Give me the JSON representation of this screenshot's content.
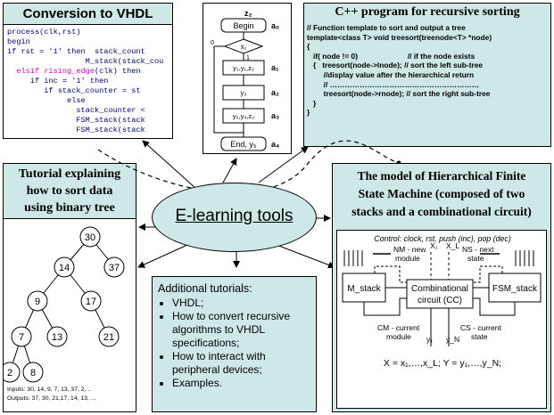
{
  "vhdl_panel": {
    "title": "Conversion to VHDL",
    "code_lines": [
      {
        "indent": "",
        "kw": "",
        "text": "process(clk,rst)"
      },
      {
        "indent": "",
        "kw": "",
        "text": "begin"
      },
      {
        "indent": "",
        "kw": "",
        "text": "if rst = '1' then  stack_count"
      },
      {
        "indent": "                 ",
        "kw": "",
        "text": "M_stack(stack_cou"
      },
      {
        "indent": "  ",
        "kw": "elsif rising_edge",
        "text": "(clk) then"
      },
      {
        "indent": "     ",
        "kw": "",
        "text": "if inc = '1' then"
      },
      {
        "indent": "        ",
        "kw": "",
        "text": "if stack_counter = st"
      },
      {
        "indent": "             ",
        "kw": "",
        "text": "else"
      },
      {
        "indent": "               ",
        "kw": "",
        "text": "stack_counter <"
      },
      {
        "indent": "               ",
        "kw": "",
        "text": "FSM_stack(stack"
      },
      {
        "indent": "               ",
        "kw": "",
        "text": "FSM_stack(stack"
      }
    ]
  },
  "flowchart": {
    "header": "z₂",
    "begin": "Begin",
    "x1": "x₁",
    "box1": "y₂,y₁,z₂",
    "box2": "y₃",
    "box3": "y₅,y₄,z₂",
    "end": "End, y₅",
    "states": [
      "a₀",
      "a₁",
      "a₂",
      "a₃",
      "a₄"
    ],
    "branch_zero": "0",
    "branch_one": "1"
  },
  "cpp_panel": {
    "title": "C++ program for recursive sorting",
    "lines": [
      "// Function template to sort and output a tree",
      "template<class T> void treesort(treenode<T> *node)",
      "{",
      "   if( node != 0)                        // if the node exists",
      "   {   treesort(node->lnode); // sort the left sub-tree",
      "        //display value after the hierarchical return",
      "        // ……………………………………………………",
      "        treesort(node->rnode); // sort the right sub-tree",
      "   }",
      "}"
    ]
  },
  "tutorial_panel": {
    "title": "Tutorial explaining how to sort data using binary tree",
    "title_lines": [
      "Tutorial explaining",
      "how to sort data",
      "using binary tree"
    ],
    "nodes": [
      "30",
      "14",
      "37",
      "9",
      "17",
      "7",
      "13",
      "21",
      "2",
      "8"
    ],
    "inputs": "Inputs:   30, 14, 9, 7, 13, 37, 2, ..",
    "outputs": "Outputs: 37, 30, 21,17, 14, 13, ..."
  },
  "center": {
    "label": "E-learning tools"
  },
  "additional_panel": {
    "heading": "Additional tutorials:",
    "items": [
      "VHDL;",
      "How to convert recursive algorithms to VHDL specifications;",
      "How to interact with peripheral devices;",
      "Examples."
    ]
  },
  "hfsm_panel": {
    "title_lines": [
      "The model of Hierarchical Finite",
      "State Machine (composed of two",
      "stacks and a combinational circuit)"
    ],
    "control": "Control: clock, rst, push (inc), pop (dec)",
    "nm_label": [
      "NM - new",
      "module"
    ],
    "ns_label": [
      "NS - next",
      "state"
    ],
    "cm_label": [
      "CM - current",
      "module"
    ],
    "cs_label": [
      "CS - current",
      "state"
    ],
    "x1": "X₁",
    "xl": "X_L",
    "y1": "y₁",
    "yn": "y_N",
    "m_stack": "M_stack",
    "cc": [
      "Combinational",
      "circuit (CC)"
    ],
    "fsm_stack": "FSM_stack",
    "formula": "X = x₁,…,x_L;  Y = y₁,…,y_N;"
  },
  "colors": {
    "panel_bg": "#cde8e6",
    "vhdl_title_bg": "#d6ecea",
    "code_blue": "#000080",
    "keyword_magenta": "#d400d4",
    "ellipse_fill": "#cde8e6"
  }
}
